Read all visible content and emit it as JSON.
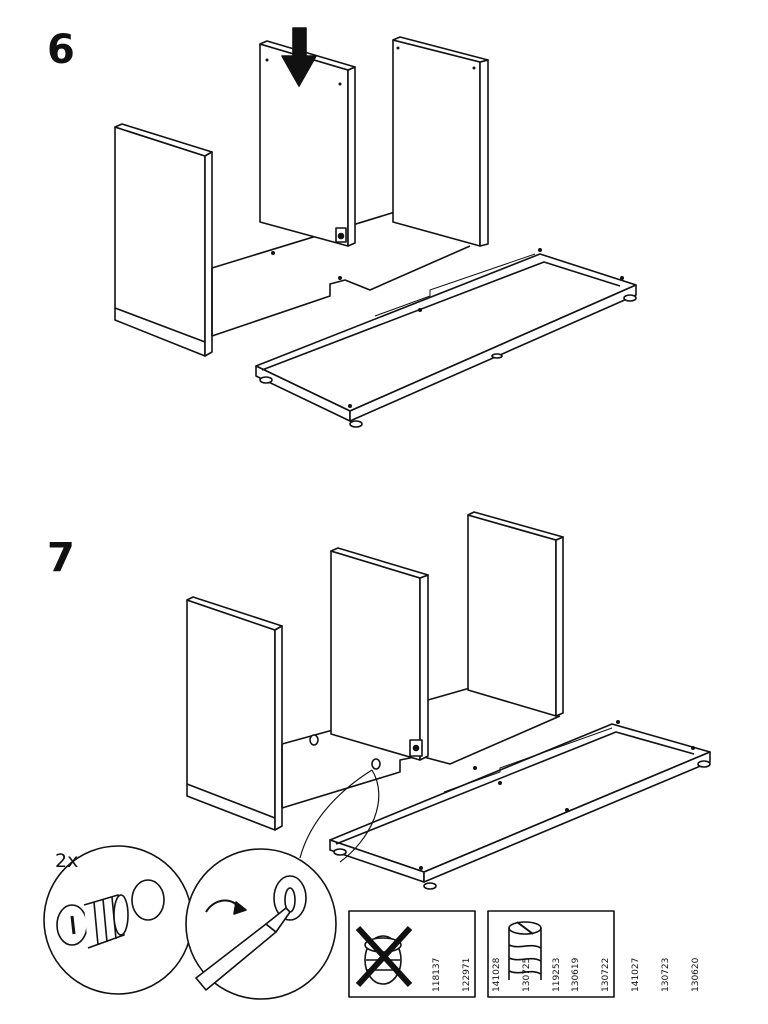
{
  "steps": [
    {
      "number": "6"
    },
    {
      "number": "7"
    }
  ],
  "callout": {
    "quantity": "2x"
  },
  "parts": {
    "wrong": {
      "codes": [
        "118137",
        "122971",
        "141028",
        "130725",
        "119253"
      ]
    },
    "right": {
      "codes": [
        "130619",
        "130722",
        "141027",
        "130723",
        "130620"
      ]
    }
  }
}
